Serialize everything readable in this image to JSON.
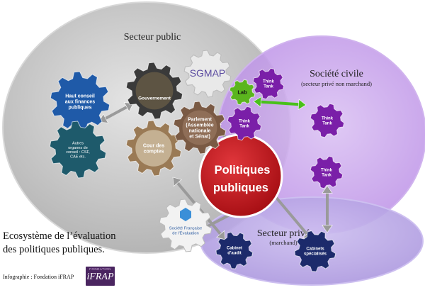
{
  "regions": {
    "public_title": "Secteur public",
    "civil_title": "Société civile",
    "civil_subtitle": "(secteur privé non marchand)",
    "prive_title": "Secteur privé",
    "prive_subtitle": "(marchand)"
  },
  "center": {
    "line1": "Politiques",
    "line2": "publiques"
  },
  "gears": {
    "haut_conseil": [
      "Haut conseil",
      "aux finances",
      "publiques"
    ],
    "autres": [
      "Autres",
      "organes de",
      "conseil : CSF,",
      "CAE etc."
    ],
    "gouvernement": [
      "Gouvernement"
    ],
    "sgmap_logo": "SGMAP",
    "cour": [
      "Cour des",
      "comptes"
    ],
    "parlement": [
      "Parlement",
      "(Assemblée",
      "nationale",
      "et Sénat)"
    ],
    "lab": [
      "Lab"
    ],
    "think_tank_1": [
      "Think",
      "Tank"
    ],
    "think_tank_2": [
      "Think",
      "Tank"
    ],
    "think_tank_3": [
      "Think",
      "Tank"
    ],
    "think_tank_4": [
      "Think",
      "Tank"
    ],
    "sfe": [
      "Société Française",
      "de l'Évaluation"
    ],
    "cabinet_audit": [
      "Cabinet",
      "d'audit"
    ],
    "cabinets_specialises": [
      "Cabinets",
      "spécialisés"
    ]
  },
  "caption": {
    "line1": "Ecosystème de l’évaluation",
    "line2": "des politiques publiques.",
    "credit": "Infographie : Fondation iFRAP",
    "logo_small": "FONDATION",
    "logo_name": "iFRAP"
  },
  "colors": {
    "public_fill": "#c8c8c8",
    "civil_fill": "#c7a3ea",
    "prive_fill": "#b9a7e3",
    "center_red": "#c4161c",
    "gear_blue": "#1f5aa8",
    "gear_teal": "#1e5a6b",
    "gear_purple": "#7a1fa8",
    "gear_green": "#5bb51e",
    "gear_navy": "#1c2a6b",
    "gear_grey": "#8f8f8f",
    "arrow_grey": "#9a9a9a",
    "arrow_green": "#49c11a"
  }
}
